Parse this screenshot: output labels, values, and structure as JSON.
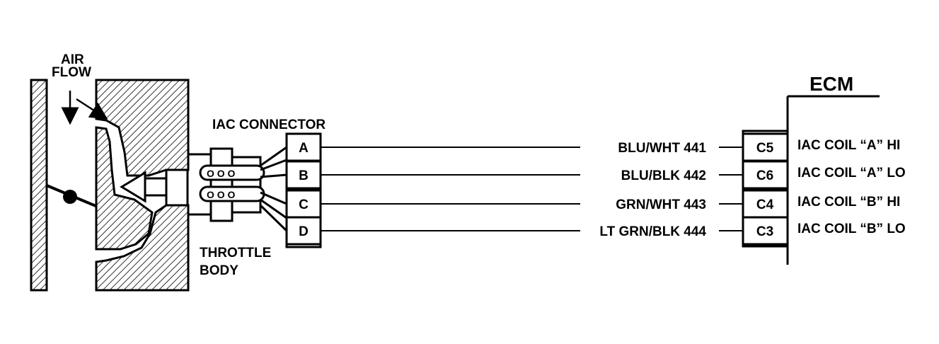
{
  "labels": {
    "air_flow_line1": "AIR",
    "air_flow_line2": "FLOW",
    "iac_connector": "IAC CONNECTOR",
    "throttle_line1": "THROTTLE",
    "throttle_line2": "BODY",
    "ecm": "ECM"
  },
  "connector_pins": [
    "A",
    "B",
    "C",
    "D"
  ],
  "wires": [
    {
      "label": "BLU/WHT  441"
    },
    {
      "label": "BLU/BLK  442"
    },
    {
      "label": "GRN/WHT 443"
    },
    {
      "label": "LT GRN/BLK 444"
    }
  ],
  "ecm_pins": [
    {
      "pin": "C5",
      "function": "IAC COIL “A” HI"
    },
    {
      "pin": "C6",
      "function": "IAC COIL “A” LO"
    },
    {
      "pin": "C4",
      "function": "IAC COIL “B” HI"
    },
    {
      "pin": "C3",
      "function": "IAC COIL “B” LO"
    }
  ],
  "colors": {
    "ink": "#000000",
    "paper": "#ffffff"
  }
}
